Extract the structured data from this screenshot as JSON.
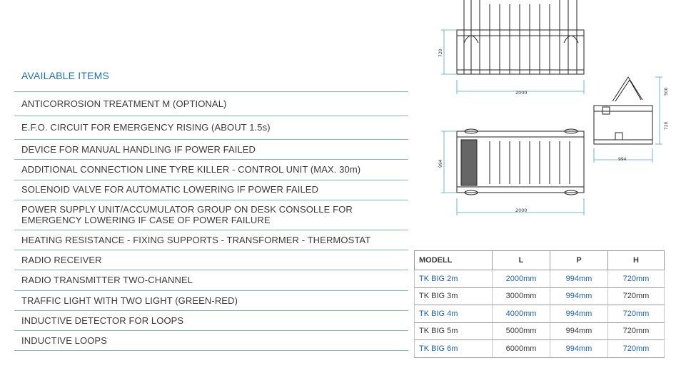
{
  "available_items": {
    "title": "AVAILABLE ITEMS",
    "items": [
      "ANTICORROSION TREATMENT M (OPTIONAL)",
      "E.F.O. CIRCUIT FOR EMERGENCY RISING (ABOUT 1.5s)",
      "DEVICE FOR MANUAL HANDLING IF POWER FAILED",
      "ADDITIONAL CONNECTION LINE TYRE KILLER - CONTROL UNIT (MAX. 30m)",
      "SOLENOID VALVE FOR AUTOMATIC LOWERING IF POWER FAILED",
      "POWER SUPPLY UNIT/ACCUMULATOR GROUP ON DESK CONSOLLE FOR EMERGENCY LOWERING IF CASE OF POWER FAILURE",
      "HEATING RESISTANCE - FIXING SUPPORTS - TRANSFORMER - THERMOSTAT",
      "RADIO RECEIVER",
      "RADIO TRANSMITTER TWO-CHANNEL",
      "TRAFFIC LIGHT WITH TWO LIGHT (GREEN-RED)",
      "INDUCTIVE DETECTOR FOR LOOPS",
      "INDUCTIVE LOOPS"
    ]
  },
  "drawing": {
    "front_height": "720",
    "front_length": "2000",
    "top_width": "994",
    "top_length": "2000",
    "side_raise": "500",
    "side_height": "720",
    "side_width": "994"
  },
  "models_table": {
    "headers": [
      "MODELL",
      "L",
      "P",
      "H"
    ],
    "rows": [
      {
        "model": "TK BIG 2m",
        "l": "2000mm",
        "p": "994mm",
        "h": "720mm"
      },
      {
        "model": "TK BIG 3m",
        "l": "3000mm",
        "p": "994mm",
        "h": "720mm"
      },
      {
        "model": "TK BIG 4m",
        "l": "4000mm",
        "p": "994mm",
        "h": "720mm"
      },
      {
        "model": "TK BIG 5m",
        "l": "5000mm",
        "p": "994mm",
        "h": "720mm"
      },
      {
        "model": "TK BIG 6m",
        "l": "6000mm",
        "p": "994mm",
        "h": "720mm"
      }
    ],
    "colors": {
      "blue_text": "#1f5fb0",
      "dimension_lines": "#4aa3d8"
    }
  }
}
